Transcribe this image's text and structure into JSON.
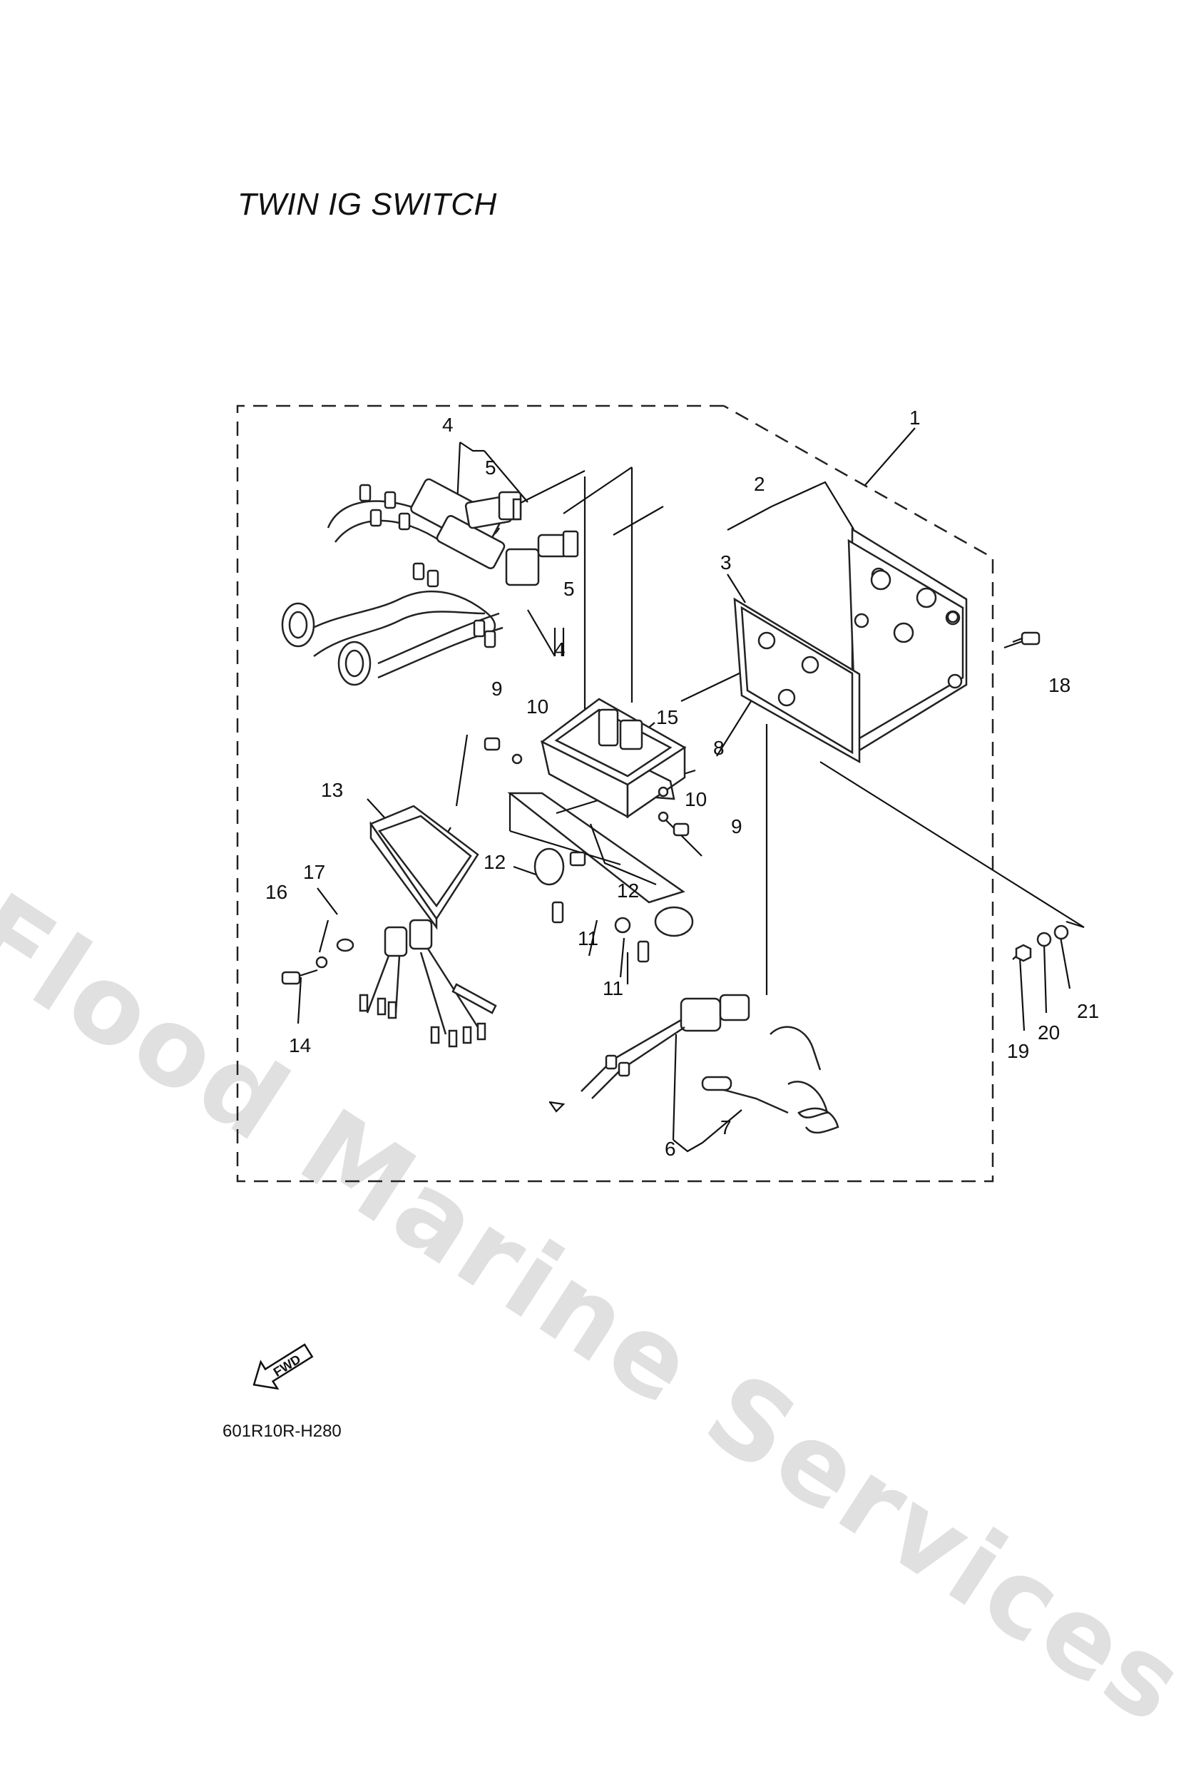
{
  "title": "TWIN IG SWITCH",
  "watermark": "Flood Marine Services",
  "diagram_code": "601R10R-H280",
  "fwd_label": "FWD",
  "callouts": {
    "c1": "1",
    "c2": "2",
    "c3": "3",
    "c4a": "4",
    "c4b": "4",
    "c5a": "5",
    "c5b": "5",
    "c6": "6",
    "c7": "7",
    "c8": "8",
    "c9a": "9",
    "c9b": "9",
    "c10a": "10",
    "c10b": "10",
    "c11a": "11",
    "c11b": "11",
    "c12a": "12",
    "c12b": "12",
    "c13": "13",
    "c14": "14",
    "c15": "15",
    "c16": "16",
    "c17": "17",
    "c18": "18",
    "c19": "19",
    "c20": "20",
    "c21": "21"
  }
}
